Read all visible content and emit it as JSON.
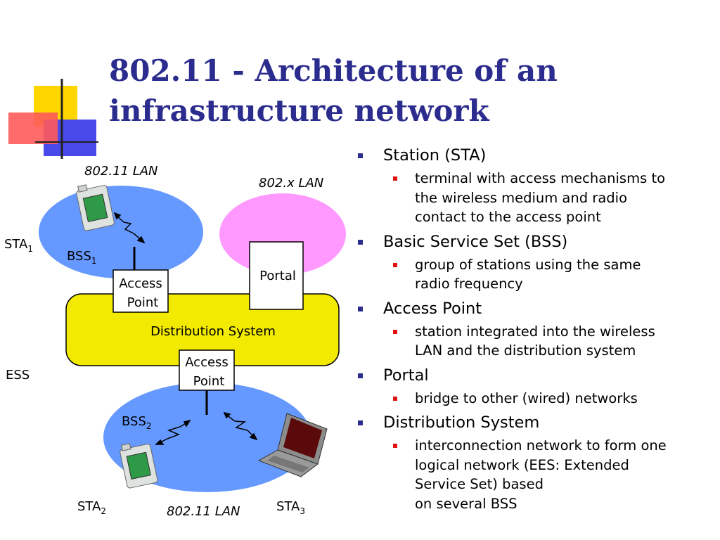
{
  "slide": {
    "title_line1": "802.11 - Architecture of an",
    "title_line2": "infrastructure network"
  },
  "diagram": {
    "lan_top": "802.11 LAN",
    "lan_x": "802.x LAN",
    "lan_bottom": "802.11 LAN",
    "sta1": {
      "base": "STA",
      "sub": "1"
    },
    "bss1": {
      "base": "BSS",
      "sub": "1"
    },
    "bss2": {
      "base": "BSS",
      "sub": "2"
    },
    "sta2": {
      "base": "STA",
      "sub": "2"
    },
    "sta3": {
      "base": "STA",
      "sub": "3"
    },
    "ap_line1": "Access",
    "ap_line2": "Point",
    "portal": "Portal",
    "distribution": "Distribution System",
    "ess": "ESS"
  },
  "bullets": [
    {
      "text": "Station (STA)",
      "subs": [
        "terminal with access mechanisms to",
        "the wireless medium and radio",
        "contact to the access point"
      ]
    },
    {
      "text": "Basic Service Set (BSS)",
      "subs": [
        "group of stations using the same",
        "radio frequency"
      ]
    },
    {
      "text": "Access Point",
      "subs": [
        "station integrated into the wireless",
        "LAN and the distribution system"
      ]
    },
    {
      "text": "Portal",
      "subs": [
        "bridge to other (wired) networks"
      ]
    },
    {
      "text": "Distribution System",
      "subs": [
        "interconnection network to form one",
        "logical network (EES: Extended",
        "Service Set) based",
        "on several BSS"
      ]
    }
  ],
  "colors": {
    "title": "#2b2c8e",
    "bss_blue": "#6699ff",
    "lan_pink": "#ff99ff",
    "distribution_yellow": "#f2ea00",
    "bullet_l1": "#2b2c8e",
    "bullet_l2": "#e01010"
  }
}
